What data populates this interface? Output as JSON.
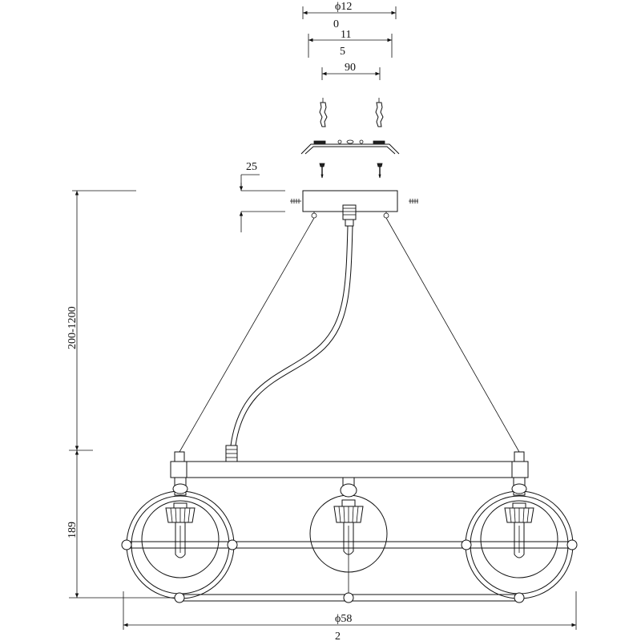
{
  "dimensions": {
    "canopy_diameter": "ϕ12",
    "line_0": "0",
    "line_11": "11",
    "line_5": "5",
    "bracket_90": "90",
    "canopy_height": "25",
    "drop_range": "200-1200",
    "body_height": "189",
    "overall_width": "ϕ58",
    "bottom_label": "2"
  },
  "colors": {
    "stroke": "#111111",
    "background": "#ffffff"
  }
}
